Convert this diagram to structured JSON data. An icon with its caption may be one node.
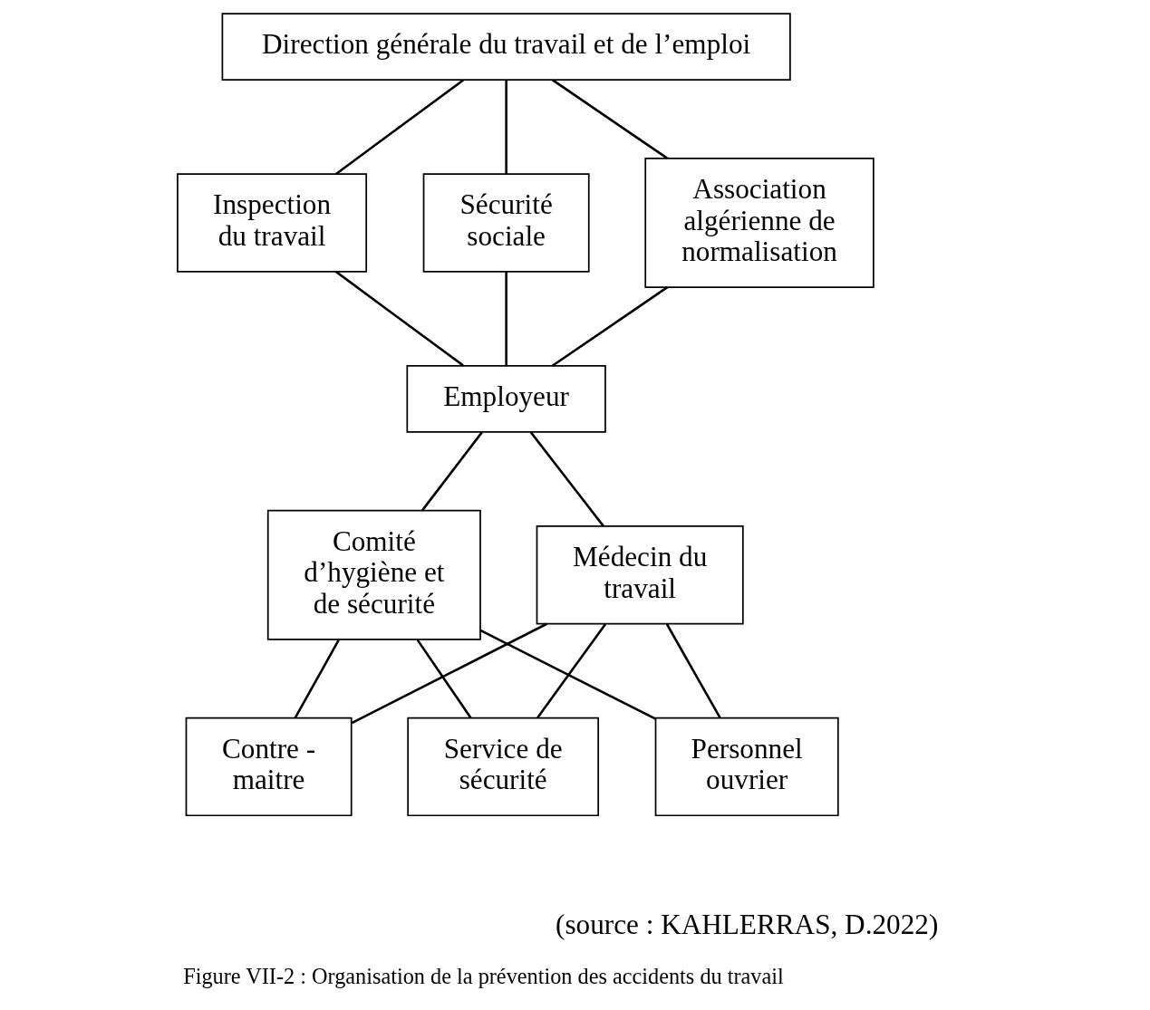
{
  "diagram": {
    "caption": "Figure VII-2 : Organisation de la prévention des accidents du travail",
    "nodes": [
      {
        "text": [
          "Direction générale du travail et de l’emploi"
        ]
      },
      {
        "text": [
          "Sécurité sociale"
        ]
      },
      {
        "text": [
          "Inspection du travail"
        ]
      },
      {
        "text": [
          "Association algérienne de normalisation"
        ]
      },
      {
        "text": [
          "Employeur"
        ]
      },
      {
        "text": [
          "Comité d’hygiène et de sécurité"
        ]
      },
      {
        "text": [
          "Médecin du travail"
        ]
      },
      {
        "text": [
          "Contre - maitre"
        ]
      },
      {
        "text": [
          "Service de sécurité"
        ]
      },
      {
        "text": [
          "Personnel ouvrier"
        ]
      }
    ],
    "edges": [
      {
        "from": 0,
        "to": 2,
        "arrow": "none"
      },
      {
        "from": 0,
        "to": 1,
        "arrow": "none"
      },
      {
        "from": 0,
        "to": 3,
        "arrow": "none"
      },
      {
        "from": 2,
        "to": 4,
        "arrow": "none"
      },
      {
        "from": 1,
        "to": 4,
        "arrow": "none"
      },
      {
        "from": 3,
        "to": 4,
        "arrow": "none"
      },
      {
        "from": 4,
        "to": 5,
        "arrow": "none"
      },
      {
        "from": 4,
        "to": 6,
        "arrow": "none"
      },
      {
        "from": 5,
        "to": 7,
        "arrow": "none"
      },
      {
        "from": 6,
        "to": 7,
        "arrow": "none"
      },
      {
        "from": 5,
        "to": 8,
        "arrow": "none"
      },
      {
        "from": 6,
        "to": 8,
        "arrow": "none"
      },
      {
        "from": 5,
        "to": 9,
        "arrow": "none"
      },
      {
        "from": 6,
        "to": 9,
        "arrow": "none"
      }
    ],
    "labels": [
      "(source : KAHLERRAS, D.2022)"
    ]
  }
}
